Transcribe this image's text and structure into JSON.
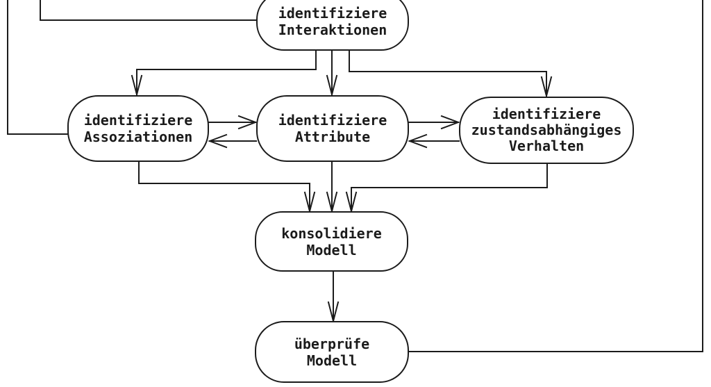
{
  "diagram_nodes": {
    "interaktionen": {
      "lines": [
        "identifiziere",
        "Interaktionen"
      ]
    },
    "assoziationen": {
      "lines": [
        "identifiziere",
        "Assoziationen"
      ]
    },
    "attribute": {
      "lines": [
        "identifiziere",
        "Attribute"
      ]
    },
    "verhalten": {
      "lines": [
        "identifiziere",
        "zustandsabhängiges",
        "Verhalten"
      ]
    },
    "konsolidiere": {
      "lines": [
        "konsolidiere",
        "Modell"
      ]
    },
    "ueberpruefe": {
      "lines": [
        "überprüfe",
        "Modell"
      ]
    }
  },
  "colors": {
    "line": "#1b1b1b",
    "background": "#ffffff"
  }
}
